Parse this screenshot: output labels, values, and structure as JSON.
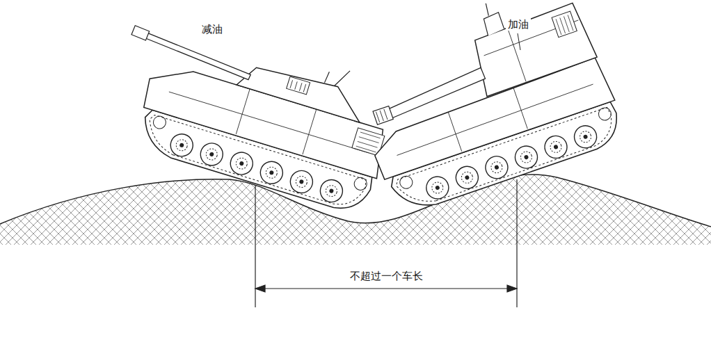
{
  "diagram": {
    "labels": [
      "减油",
      "加油",
      "不超过一个车长"
    ]
  }
}
